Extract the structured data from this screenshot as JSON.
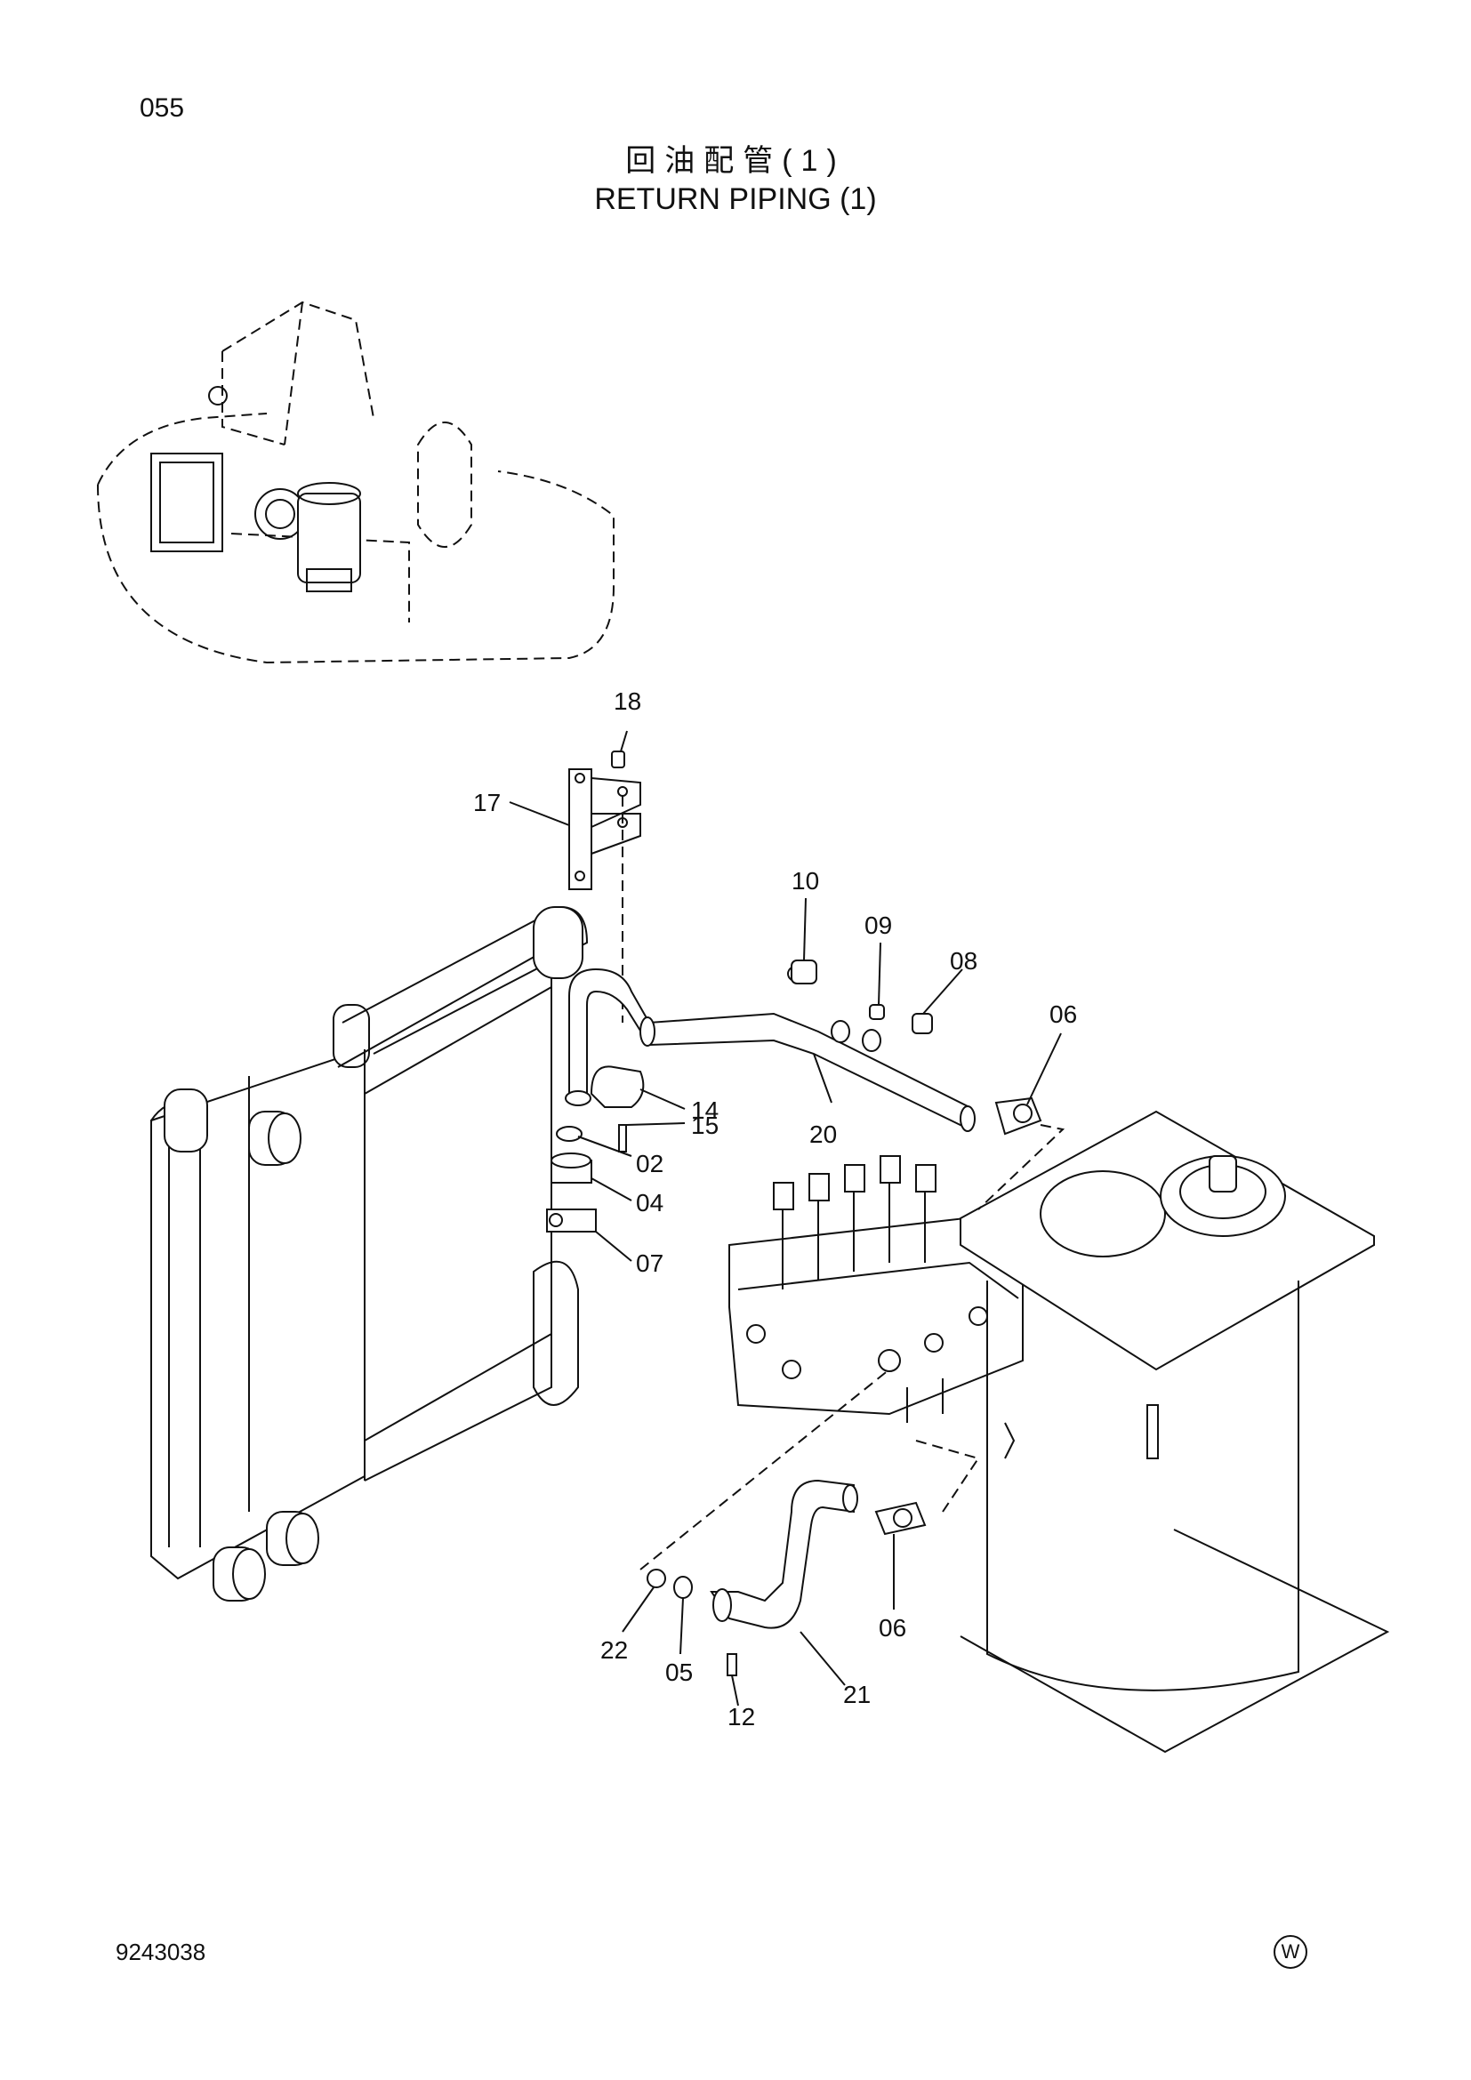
{
  "header": {
    "page_number": "055",
    "title_cn": "回油配管(1)",
    "title_en": "RETURN PIPING (1)"
  },
  "footer": {
    "figure_number": "9243038",
    "mark": "W"
  },
  "callouts": {
    "c18": "18",
    "c17": "17",
    "c10": "10",
    "c09": "09",
    "c08": "08",
    "c06a": "06",
    "c14": "14",
    "c15": "15",
    "c20": "20",
    "c02": "02",
    "c04": "04",
    "c07": "07",
    "c06b": "06",
    "c22": "22",
    "c05": "05",
    "c21": "21",
    "c12": "12"
  }
}
